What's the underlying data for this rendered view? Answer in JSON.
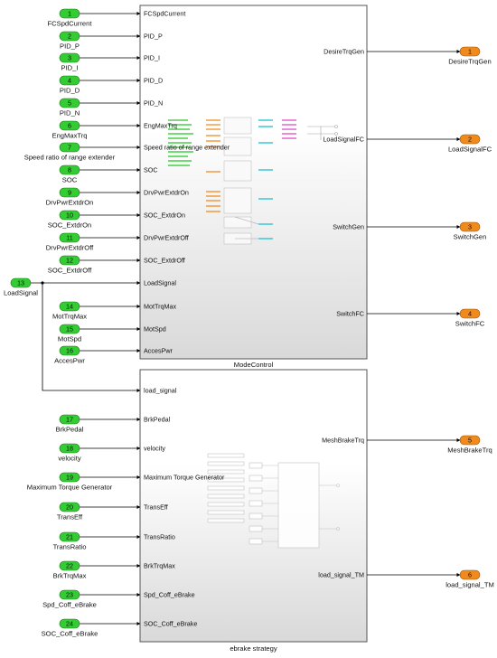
{
  "colors": {
    "inport": "#33cc33",
    "outport": "#f08a1c",
    "wire": "#000000",
    "block_border": "#555555",
    "block_fill_top": "#ffffff",
    "block_fill_bottom": "#dcdcdc"
  },
  "mode_control": {
    "title": "ModeControl",
    "inputs": [
      "FCSpdCurrent",
      "PID_P",
      "PID_I",
      "PID_D",
      "PID_N",
      "EngMaxTrq",
      "Speed ratio of range extender",
      "SOC",
      "DrvPwrExtdrOn",
      "SOC_ExtdrOn",
      "DrvPwrExtdrOff",
      "SOC_ExtdrOff",
      "LoadSignal",
      "MotTrqMax",
      "MotSpd",
      "AccesPwr"
    ],
    "outputs": [
      "DesireTrqGen",
      "LoadSignalFC",
      "SwitchGen",
      "SwitchFC"
    ]
  },
  "ebrake": {
    "title": "ebrake strategy",
    "inputs": [
      "load_signal",
      "BrkPedal",
      "velocity",
      "Maximum Torque Generator",
      "TransEff",
      "TransRatio",
      "BrkTrqMax",
      "Spd_Coff_eBrake",
      "SOC_Coff_eBrake"
    ],
    "outputs": [
      "MeshBrakeTrq",
      "load_signal_TM"
    ]
  },
  "inports": [
    {
      "num": "1",
      "label": "FCSpdCurrent"
    },
    {
      "num": "2",
      "label": "PID_P"
    },
    {
      "num": "3",
      "label": "PID_I"
    },
    {
      "num": "4",
      "label": "PID_D"
    },
    {
      "num": "5",
      "label": "PID_N"
    },
    {
      "num": "6",
      "label": "EngMaxTrq"
    },
    {
      "num": "7",
      "label": "Speed ratio of range extender"
    },
    {
      "num": "8",
      "label": "SOC"
    },
    {
      "num": "9",
      "label": "DrvPwrExtdrOn"
    },
    {
      "num": "10",
      "label": "SOC_ExtdrOn"
    },
    {
      "num": "11",
      "label": "DrvPwrExtdrOff"
    },
    {
      "num": "12",
      "label": "SOC_ExtdrOff"
    },
    {
      "num": "13",
      "label": "LoadSignal"
    },
    {
      "num": "14",
      "label": "MotTrqMax"
    },
    {
      "num": "15",
      "label": "MotSpd"
    },
    {
      "num": "16",
      "label": "AccesPwr"
    },
    {
      "num": "17",
      "label": "BrkPedal"
    },
    {
      "num": "18",
      "label": "velocity"
    },
    {
      "num": "19",
      "label": "Maximum Torque Generator"
    },
    {
      "num": "20",
      "label": "TransEff"
    },
    {
      "num": "21",
      "label": "TransRatio"
    },
    {
      "num": "22",
      "label": "BrkTrqMax"
    },
    {
      "num": "23",
      "label": "Spd_Coff_eBrake"
    },
    {
      "num": "24",
      "label": "SOC_Coff_eBrake"
    }
  ],
  "outports": [
    {
      "num": "1",
      "label": "DesireTrqGen"
    },
    {
      "num": "2",
      "label": "LoadSignalFC"
    },
    {
      "num": "3",
      "label": "SwitchGen"
    },
    {
      "num": "4",
      "label": "SwitchFC"
    },
    {
      "num": "5",
      "label": "MeshBrakeTrq"
    },
    {
      "num": "6",
      "label": "load_signal_TM"
    }
  ]
}
